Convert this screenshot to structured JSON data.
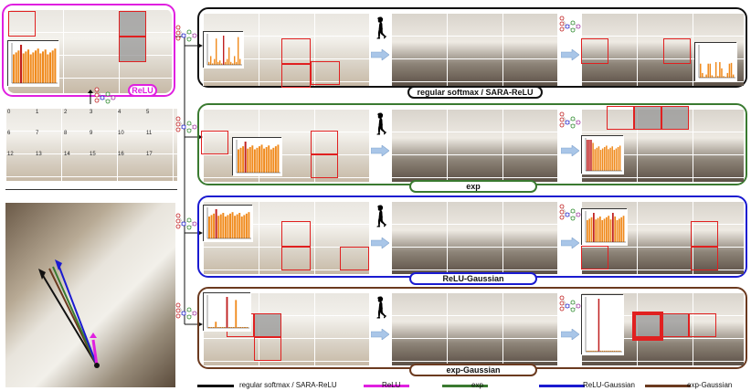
{
  "panels": [
    {
      "label": "regular softmax / SARA-ReLU",
      "color": "#111111"
    },
    {
      "label": "exp",
      "color": "#3a7a30"
    },
    {
      "label": "ReLU-Gaussian",
      "color": "#1a1ad0"
    },
    {
      "label": "exp-Gaussian",
      "color": "#6b3a1f"
    }
  ],
  "relu_panel": {
    "label": "ReLU",
    "color": "#e020e0"
  },
  "grid_numbers": [
    "0",
    "1",
    "2",
    "3",
    "4",
    "5",
    "6",
    "7",
    "8",
    "9",
    "10",
    "11",
    "12",
    "13",
    "14",
    "15",
    "16",
    "17"
  ],
  "legend": [
    {
      "label": "regular softmax / SARA-ReLU",
      "color": "#111111"
    },
    {
      "label": "ReLU",
      "color": "#e020e0"
    },
    {
      "label": "exp",
      "color": "#3a7a30"
    },
    {
      "label": "ReLU-Gaussian",
      "color": "#1a1ad0"
    },
    {
      "label": "exp-Gaussian",
      "color": "#6b3a1f"
    }
  ],
  "icons": {
    "walker": "walking-person-icon",
    "arrow": "right-arrow-icon",
    "network": "neural-network-icon"
  },
  "colors": {
    "bar": "#f08a1c",
    "bar_highlight": "#c02020",
    "box": "#e02020"
  }
}
